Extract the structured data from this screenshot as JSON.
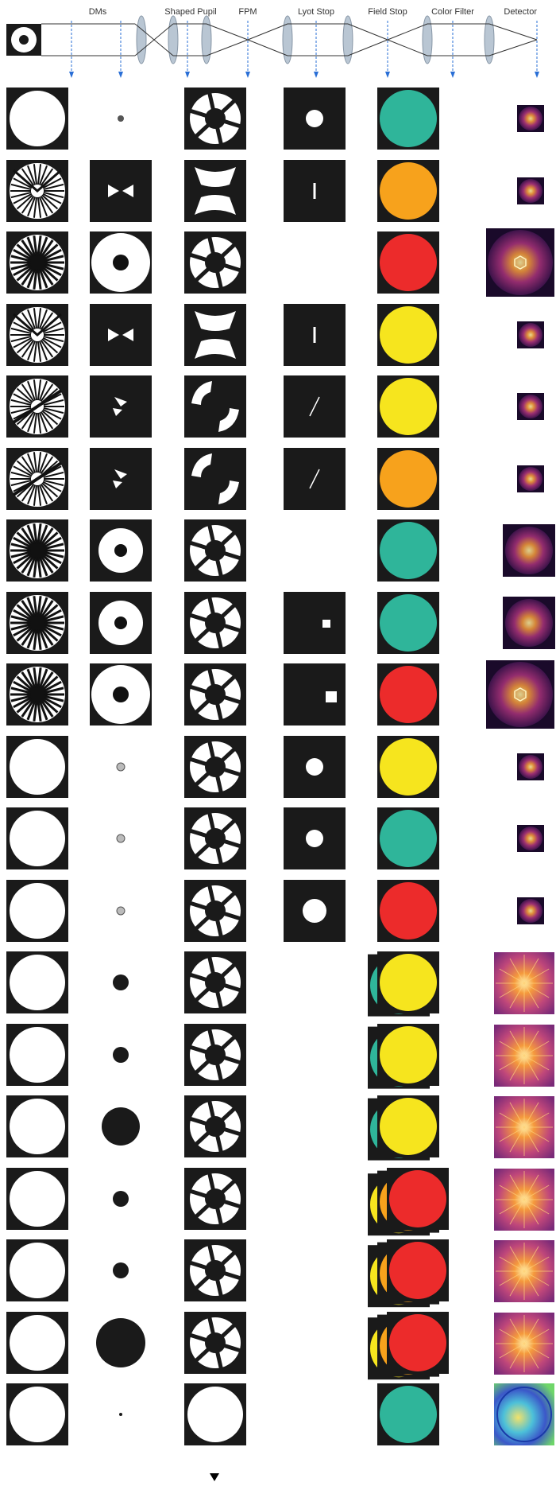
{
  "header": {
    "labels": [
      "DMs",
      "Shaped Pupil",
      "FPM",
      "Lyot Stop",
      "Field Stop",
      "Color Filter",
      "Detector"
    ]
  },
  "colors": {
    "teal": "#2fb59a",
    "orange": "#f7a21c",
    "red": "#ec2b2b",
    "yellow": "#f6e51e",
    "tile_bg": "#1a1a1a",
    "arrow": "#2a6fd6",
    "lens": "#b9c6d3"
  },
  "rows": [
    {
      "pupil": "clear",
      "dm": "dot-small",
      "sp": "ring-spoke",
      "lyot": "circle",
      "fs": [
        "teal"
      ],
      "det": "small"
    },
    {
      "pupil": "speckle-bowtie",
      "dm": "bowtie",
      "sp": "bowtie",
      "lyot": "slit",
      "fs": [
        "orange"
      ],
      "det": "small"
    },
    {
      "pupil": "speckle-ring",
      "dm": "ring",
      "sp": "ring-spoke",
      "lyot": "none",
      "fs": [
        "red"
      ],
      "det": "large"
    },
    {
      "pupil": "speckle-bowtie",
      "dm": "bowtie",
      "sp": "bowtie",
      "lyot": "slit",
      "fs": [
        "yellow"
      ],
      "det": "small"
    },
    {
      "pupil": "speckle-diag",
      "dm": "wedge",
      "sp": "diag",
      "lyot": "slit-diag",
      "fs": [
        "yellow"
      ],
      "det": "small"
    },
    {
      "pupil": "speckle-diag",
      "dm": "wedge",
      "sp": "diag",
      "lyot": "slit-diag",
      "fs": [
        "orange"
      ],
      "det": "small"
    },
    {
      "pupil": "speckle-ring",
      "dm": "ring-small",
      "sp": "ring-spoke",
      "lyot": "none",
      "fs": [
        "teal"
      ],
      "det": "medium"
    },
    {
      "pupil": "speckle-ring",
      "dm": "ring-small",
      "sp": "ring-spoke",
      "lyot": "square-small",
      "fs": [
        "teal"
      ],
      "det": "medium"
    },
    {
      "pupil": "speckle-ring",
      "dm": "ring",
      "sp": "ring-spoke",
      "lyot": "square",
      "fs": [
        "red"
      ],
      "det": "large"
    },
    {
      "pupil": "clear",
      "dm": "dot-grey",
      "sp": "ring-spoke",
      "lyot": "circle",
      "fs": [
        "yellow"
      ],
      "det": "small"
    },
    {
      "pupil": "clear",
      "dm": "dot-grey",
      "sp": "ring-spoke",
      "lyot": "circle",
      "fs": [
        "teal"
      ],
      "det": "small"
    },
    {
      "pupil": "clear",
      "dm": "dot-grey",
      "sp": "ring-spoke",
      "lyot": "circle-large",
      "fs": [
        "red"
      ],
      "det": "small"
    },
    {
      "pupil": "clear",
      "dm": "dot-black",
      "sp": "ring-spoke",
      "lyot": "none",
      "fs": [
        "teal",
        "yellow"
      ],
      "det": "wide"
    },
    {
      "pupil": "clear",
      "dm": "dot-black",
      "sp": "ring-spoke",
      "lyot": "none",
      "fs": [
        "teal",
        "yellow"
      ],
      "det": "wide"
    },
    {
      "pupil": "clear",
      "dm": "dot-black-large",
      "sp": "ring-spoke",
      "lyot": "none",
      "fs": [
        "teal",
        "yellow"
      ],
      "det": "wide"
    },
    {
      "pupil": "clear",
      "dm": "dot-black",
      "sp": "ring-spoke",
      "lyot": "none",
      "fs": [
        "yellow",
        "orange",
        "red"
      ],
      "det": "wide"
    },
    {
      "pupil": "clear",
      "dm": "dot-black",
      "sp": "ring-spoke",
      "lyot": "none",
      "fs": [
        "yellow",
        "orange",
        "red"
      ],
      "det": "wide"
    },
    {
      "pupil": "clear",
      "dm": "dot-black-xl",
      "sp": "ring-spoke",
      "lyot": "none",
      "fs": [
        "yellow",
        "orange",
        "red"
      ],
      "det": "wide"
    },
    {
      "pupil": "clear",
      "dm": "dot-tiny",
      "sp": "clear",
      "lyot": "none",
      "fs": [
        "teal"
      ],
      "det": "map"
    }
  ]
}
